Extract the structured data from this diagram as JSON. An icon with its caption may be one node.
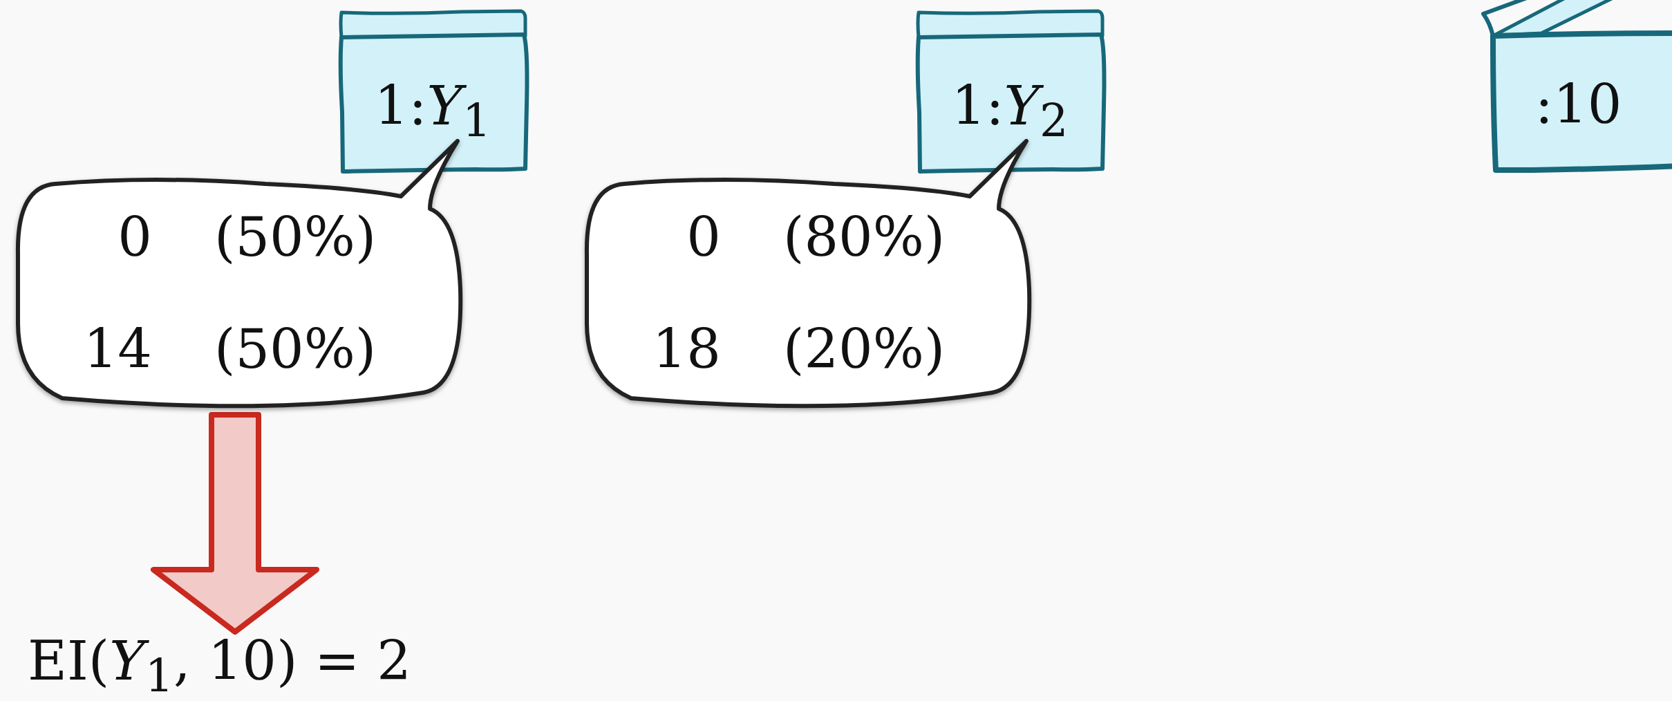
{
  "diagram": {
    "nodes": [
      {
        "text": [
          "1:*Y*$_{1}$"
        ]
      },
      {
        "text": [
          "1:*Y*$_{2}$"
        ]
      },
      {
        "text": [
          ":10"
        ]
      },
      {
        "text": [
          "0",
          "(50%)",
          "14",
          "(50%)"
        ]
      },
      {
        "text": [
          "0",
          "(80%)",
          "18",
          "(20%)"
        ]
      },
      {
        "text": [
          "EI(*Y*$_{1}$, 10) = 2"
        ]
      }
    ],
    "edges": [
      {
        "from": 3,
        "to": 5,
        "arrow": "to",
        "style": "thick",
        "color": "#c9291f"
      }
    ]
  }
}
